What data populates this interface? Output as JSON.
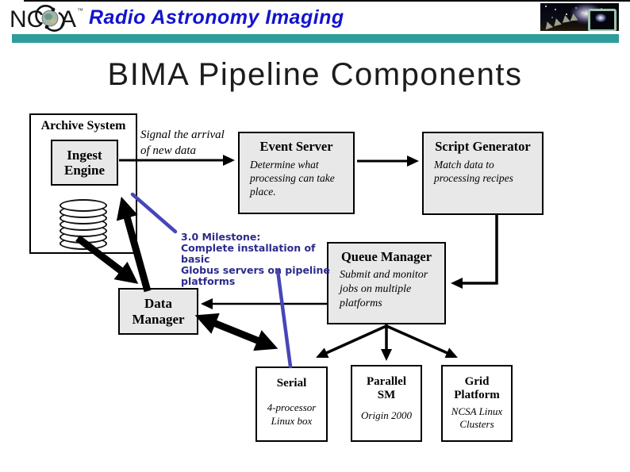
{
  "colors": {
    "teal_bar": "#2F9C9C",
    "header_blue": "#1313CE",
    "milestone_blue": "#2B2B8C",
    "line_blue": "#4646B8",
    "box_gray": "#E8E8E8"
  },
  "header": {
    "logo_nc": "NC",
    "logo_a": "A",
    "logo_tm": "™",
    "title": "Radio Astronomy Imaging"
  },
  "title": "BIMA Pipeline Components",
  "diagram": {
    "archive_system": {
      "title": "Archive System"
    },
    "ingest_engine": {
      "title": "Ingest\nEngine"
    },
    "signal_note": "Signal the arrival\nof new data",
    "event_server": {
      "title": "Event Server",
      "description": "Determine what\nprocessing can take\nplace."
    },
    "script_generator": {
      "title": "Script Generator",
      "description": "Match data to\nprocessing recipes"
    },
    "milestone_note": "3.0 Milestone:\nComplete installation of basic\nGlobus servers on pipeline\nplatforms",
    "queue_manager": {
      "title": "Queue Manager",
      "description": "Submit and monitor\njobs on multiple\nplatforms"
    },
    "data_manager": {
      "title": "Data\nManager"
    },
    "serial": {
      "title": "Serial",
      "description": "4-processor\nLinux box"
    },
    "parallel_sm": {
      "title": "Parallel\nSM",
      "description": "Origin 2000"
    },
    "grid_platform": {
      "title": "Grid\nPlatform",
      "description": "NCSA Linux\nClusters"
    }
  }
}
